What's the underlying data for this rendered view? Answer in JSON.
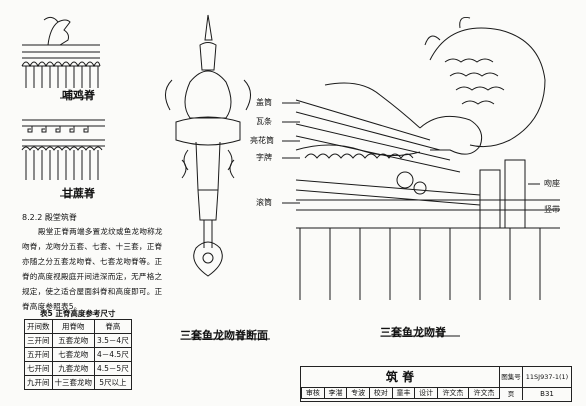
{
  "drawing": {
    "labels": {
      "rooster_ridge": "哺鸡脊",
      "sugarcane_ridge": "甘蔗脊",
      "section_caption": "三套鱼龙吻脊断面",
      "elevation_caption": "三套鱼龙吻脊",
      "gaitong": "盖筒",
      "wapian": "瓦条",
      "guanghua": "亮花筒",
      "zipai": "字牌",
      "tongdi": "滚筒",
      "wenzuo": "吻座",
      "shutiao": "竖带"
    }
  },
  "text": {
    "section_heading": "8.2.2  殿堂筑脊",
    "paragraph": "殿堂正脊两端多置龙纹或鱼龙吻称龙吻脊，龙吻分五套、七套、十三套，正脊亦随之分五套龙吻脊、七套龙吻脊等。正脊的高度视殿庭开间进深而定，无严格之规定，使之适合屋面斜脊和高度即可。正脊高度参照表5。"
  },
  "ridge_table": {
    "title": "表5  正脊高度参考尺寸",
    "headers": [
      "开间数",
      "用脊吻",
      "脊高"
    ],
    "rows": [
      [
        "三开间",
        "五套龙吻",
        "3.5－4尺"
      ],
      [
        "五开间",
        "七套龙吻",
        "4－4.5尺"
      ],
      [
        "七开间",
        "九套龙吻",
        "4.5－5尺"
      ],
      [
        "九开间",
        "十三套龙吻",
        "5尺以上"
      ]
    ]
  },
  "title_block": {
    "title": "筑  脊",
    "atlas_label": "图集号",
    "atlas_no": "11SJ937-1(1)",
    "page_label": "页",
    "page_no": "B31",
    "roles": [
      "审核",
      "李湛",
      "专波",
      "校对",
      "童丰",
      "设计",
      "许文杰",
      "许文杰"
    ]
  }
}
